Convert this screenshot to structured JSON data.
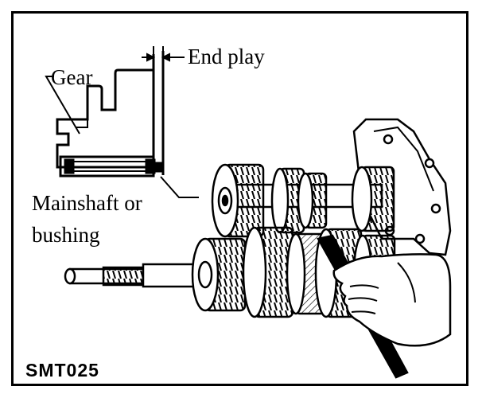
{
  "figure": {
    "labels": {
      "gear": "Gear",
      "end_play": "End play",
      "mainshaft_line1": "Mainshaft or",
      "mainshaft_line2": "bushing"
    },
    "code": "SMT025"
  }
}
